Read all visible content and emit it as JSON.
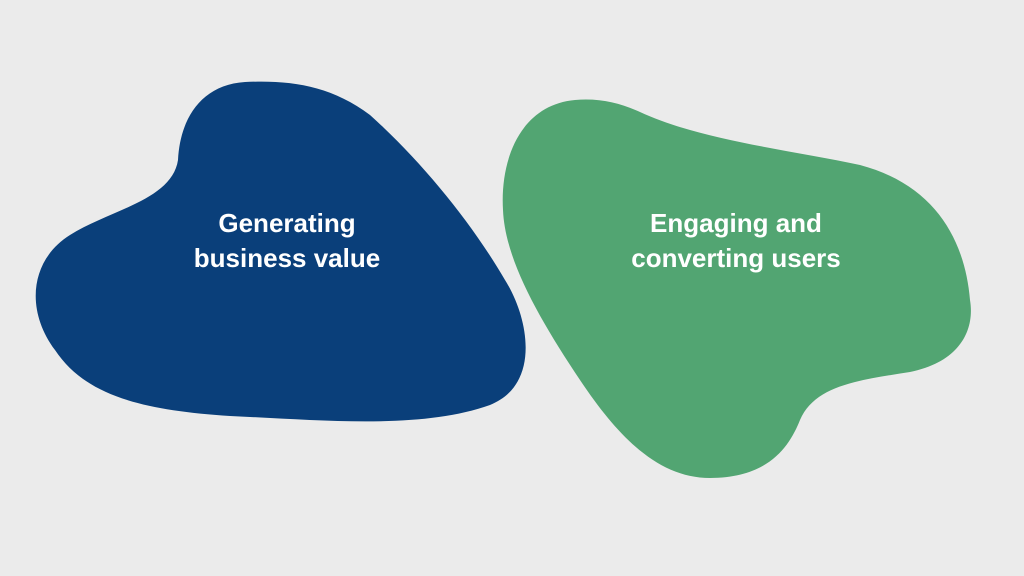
{
  "blobs": [
    {
      "label_line1": "Generating",
      "label_line2": "business value",
      "color": "#0a3f7a"
    },
    {
      "label_line1": "Engaging and",
      "label_line2": "converting users",
      "color": "#52a572"
    }
  ]
}
